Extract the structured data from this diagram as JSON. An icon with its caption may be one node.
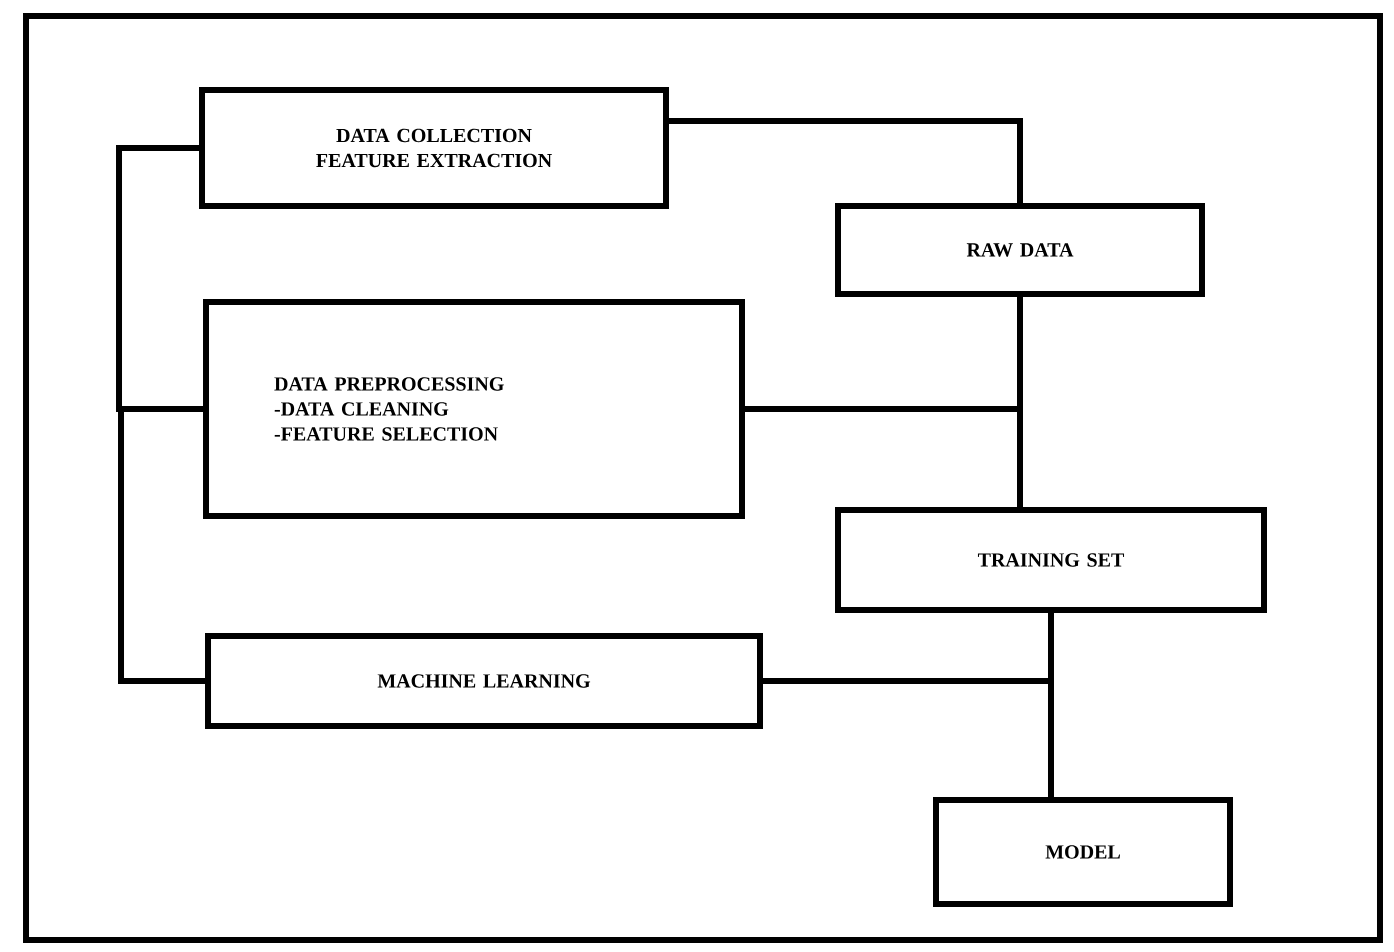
{
  "diagram": {
    "nodes": [
      {
        "text": [
          "DATA COLLECTION FEATURE EXTRACTION"
        ]
      },
      {
        "text": [
          "RAW DATA"
        ]
      },
      {
        "text": [
          "DATA PREPROCESSING",
          "-DATA CLEANING",
          "-FEATURE SELECTION"
        ]
      },
      {
        "text": [
          "TRAINING SET"
        ]
      },
      {
        "text": [
          "MACHINE LEARNING"
        ]
      },
      {
        "text": [
          "MODEL"
        ]
      }
    ],
    "edges": [
      {
        "from": 0,
        "to": 1,
        "arrow": "none"
      },
      {
        "from": 1,
        "to": 3,
        "arrow": "none"
      },
      {
        "from": 2,
        "to": 3,
        "arrow": "none"
      },
      {
        "from": 3,
        "to": 5,
        "arrow": "none"
      },
      {
        "from": 4,
        "to": 5,
        "arrow": "none"
      },
      {
        "from": 0,
        "to": 2,
        "arrow": "none"
      },
      {
        "from": 2,
        "to": 4,
        "arrow": "none"
      }
    ]
  }
}
